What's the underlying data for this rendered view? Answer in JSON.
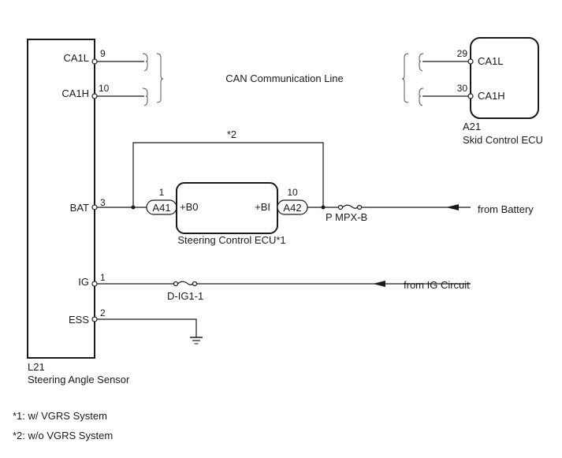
{
  "diagram": {
    "can_line_label": "CAN Communication Line",
    "steering_angle_sensor": {
      "code": "L21",
      "name": "Steering Angle Sensor",
      "pins": [
        {
          "label": "CA1L",
          "number": "9"
        },
        {
          "label": "CA1H",
          "number": "10"
        },
        {
          "label": "BAT",
          "number": "3"
        },
        {
          "label": "IG",
          "number": "1"
        },
        {
          "label": "ESS",
          "number": "2"
        }
      ]
    },
    "skid_control_ecu": {
      "code": "A21",
      "name": "Skid Control ECU",
      "pins": [
        {
          "label": "CA1L",
          "number": "29"
        },
        {
          "label": "CA1H",
          "number": "30"
        }
      ]
    },
    "steering_control_ecu": {
      "name": "Steering Control ECU*1",
      "left_terminal": "+B0",
      "right_terminal": "+BI",
      "left_connector": {
        "code": "A41",
        "pin": "1"
      },
      "right_connector": {
        "code": "A42",
        "pin": "10"
      }
    },
    "bypass_note": "*2",
    "fuses": {
      "battery_fuse": "P MPX-B",
      "ig_fuse": "D-IG1-1"
    },
    "sources": {
      "battery": "from Battery",
      "ig": "from IG Circuit"
    },
    "footnotes": [
      "*1: w/ VGRS System",
      "*2: w/o VGRS System"
    ]
  }
}
